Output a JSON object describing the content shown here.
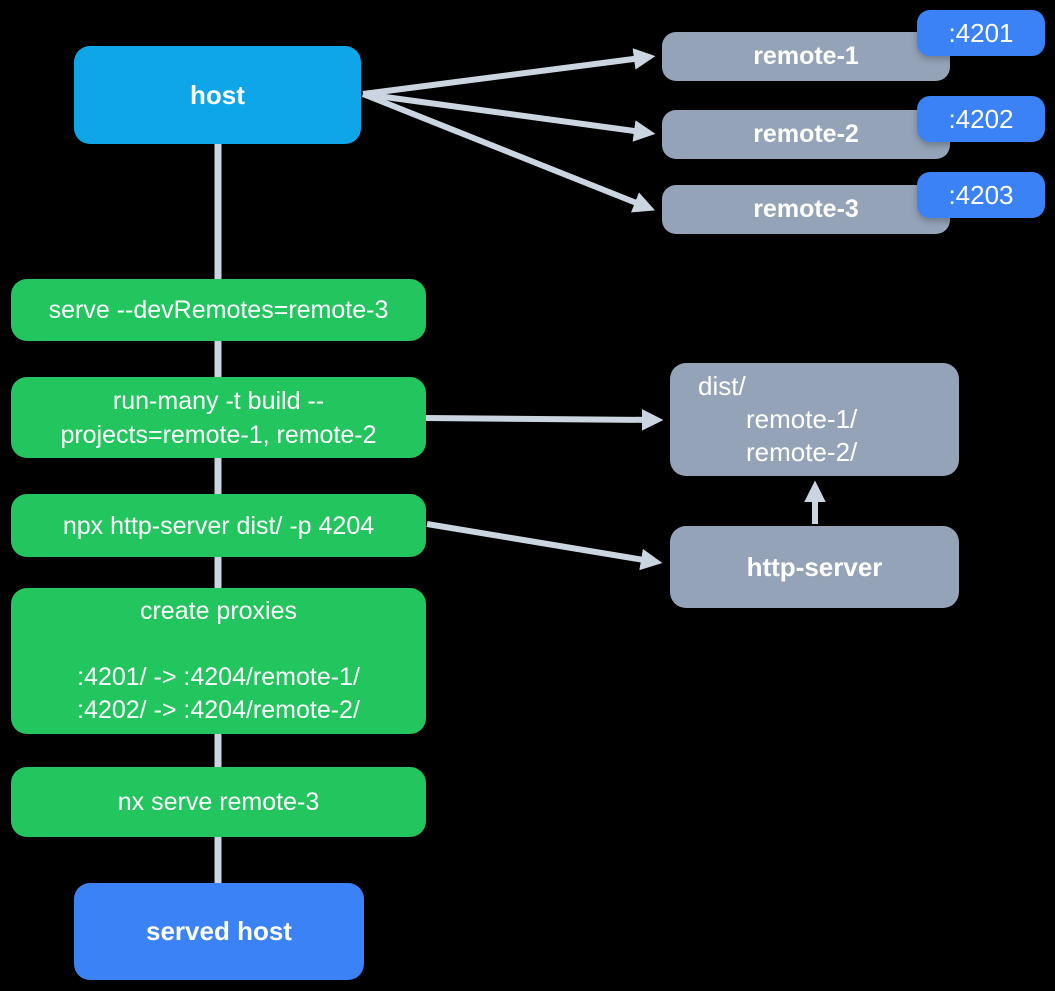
{
  "host": {
    "label": "host"
  },
  "served_host": {
    "label": "served host"
  },
  "remotes": [
    {
      "label": "remote-1",
      "port": ":4201"
    },
    {
      "label": "remote-2",
      "port": ":4202"
    },
    {
      "label": "remote-3",
      "port": ":4203"
    }
  ],
  "steps": [
    {
      "lines": [
        "serve --devRemotes=remote-3"
      ]
    },
    {
      "lines": [
        "run-many -t build --",
        "projects=remote-1, remote-2"
      ]
    },
    {
      "lines": [
        "npx http-server dist/ -p 4204"
      ]
    },
    {
      "lines": [
        "create proxies",
        "",
        ":4201/ -> :4204/remote-1/",
        ":4202/ -> :4204/remote-2/"
      ]
    },
    {
      "lines": [
        "nx serve remote-3"
      ]
    }
  ],
  "dist": {
    "lines": [
      "dist/",
      "remote-1/",
      "remote-2/"
    ]
  },
  "http_server": {
    "label": "http-server"
  },
  "colors": {
    "host_box": "#0ea5e9",
    "port_badge": "#3b82f6",
    "command_green": "#22c55e",
    "remote_gray": "#94a3b8",
    "connector": "#cbd5e1",
    "text": "#ffffff",
    "background": "#000000"
  }
}
